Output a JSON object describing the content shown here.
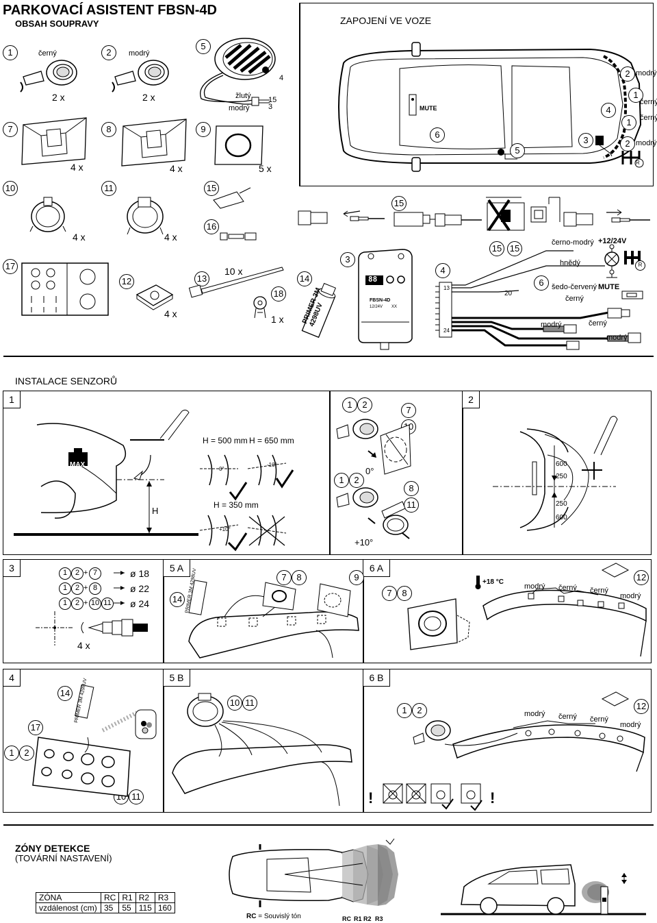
{
  "header": {
    "title": "PARKOVACÍ ASISTENT FBSN-4D",
    "subtitle": "OBSAH SOUPRAVY",
    "wiring_title": "ZAPOJENÍ VE VOZE"
  },
  "kit": {
    "n1": "1",
    "n1_label": "černý",
    "n1_qty": "2 x",
    "n2": "2",
    "n2_label": "modrý",
    "n2_qty": "2 x",
    "n3": "3",
    "n4": "4",
    "n5": "5",
    "buzzer_yellow": "žlutý",
    "buzzer_blue": "modrý",
    "buzzer_n15": "15",
    "buzzer_n3": "3",
    "buzzer_n4": "4",
    "n7": "7",
    "n7_qty": "4 x",
    "n8": "8",
    "n8_qty": "4 x",
    "n9": "9",
    "n9_qty": "5 x",
    "n10": "10",
    "n10_qty": "4 x",
    "n11": "11",
    "n11_qty": "4 x",
    "n12": "12",
    "n12_qty": "4 x",
    "n13": "13",
    "n13_qty": "10 x",
    "n14": "14",
    "primer": "PRIMER 3M 4298UV",
    "n15": "15",
    "n16": "16",
    "n17": "17",
    "n18": "18",
    "n18_qty": "1 x"
  },
  "wiring": {
    "car_mute": "MUTE",
    "c2": "2",
    "c2_label": "modrý",
    "c1": "1",
    "c1_label": "černý",
    "c4": "4",
    "c1b": "1",
    "c1b_label": "černý",
    "c2b": "2",
    "c2b_label": "modrý",
    "c3": "3",
    "c5": "5",
    "c6": "6",
    "rev": "R"
  },
  "unit": {
    "n3": "3",
    "display": "88",
    "model": "FBSN-4D",
    "voltage": "12/24V",
    "xx": "XX",
    "n4": "4",
    "pin13": "13",
    "pin24": "24",
    "pin20": "20",
    "n6": "6",
    "n15a": "15",
    "n15b": "15",
    "n15c": "15",
    "w_black_blue": "černo-modrý",
    "w_brown": "hnědý",
    "w_grey_red": "šedo-červený",
    "w_black": "černý",
    "w_blue": "modrý",
    "w_black2": "černý",
    "w_blue2": "modrý",
    "power": "+12/24V",
    "mute": "MUTE",
    "rev": "R"
  },
  "install": {
    "title": "INSTALACE SENZORŮ",
    "s1": "1",
    "s2": "2",
    "max": "MAX",
    "h": "H",
    "h500": "H = 500 mm",
    "h650": "H = 650 mm",
    "h350": "H = 350 mm",
    "deg0": "0°",
    "degm10": "-10°",
    "degp10": "+10°",
    "c1": "1",
    "c2": "2",
    "c7": "7",
    "c10": "10",
    "c8": "8",
    "c11": "11",
    "deg0b": "0°",
    "degp10b": "+10°",
    "d600a": "600",
    "d250a": "250",
    "d250b": "250",
    "d600b": "600"
  },
  "step3": {
    "num": "3",
    "r1_a": "1",
    "r1_b": "2",
    "r1_c": "7",
    "r1_d": "ø 18",
    "r2_a": "1",
    "r2_b": "2",
    "r2_c": "8",
    "r2_d": "ø 22",
    "r3_a": "1",
    "r3_b": "2",
    "r3_c": "10",
    "r3_e": "11",
    "r3_d": "ø 24",
    "qty": "4 x",
    "plus": "+"
  },
  "step5a": {
    "label": "5 A",
    "c14": "14",
    "c7": "7",
    "c8": "8",
    "c9": "9",
    "primer": "PRIMER 3M 4298UV"
  },
  "step6a": {
    "label": "6 A",
    "c7": "7",
    "c8": "8",
    "temp": "+18 °C",
    "w1": "modrý",
    "w2": "černý",
    "w3": "černý",
    "w4": "modrý",
    "c12": "12"
  },
  "step4": {
    "num": "4",
    "c14": "14",
    "c17": "17",
    "c1": "1",
    "c2": "2",
    "c10": "10",
    "c11": "11",
    "primer": "PRIMER 3M 4298UV"
  },
  "step5b": {
    "label": "5 B",
    "c10": "10",
    "c11": "11"
  },
  "step6b": {
    "label": "6 B",
    "c1": "1",
    "c2": "2",
    "w1": "modrý",
    "w2": "černý",
    "w3": "černý",
    "w4": "modrý",
    "c12": "12",
    "excl": "!"
  },
  "zones": {
    "title": "ZÓNY DETEKCE",
    "subtitle": "(TOVÁRNÍ NASTAVENÍ)",
    "table_head": [
      "ZÓNA",
      "RC",
      "R1",
      "R2",
      "R3"
    ],
    "table_row": [
      "vzdálenost (cm)",
      "35",
      "55",
      "115",
      "160"
    ],
    "rc_note_key": "RC",
    "rc_note": " = Souvislý tón",
    "zone_labels": [
      "RC",
      "R1",
      "R2",
      "R3"
    ]
  }
}
